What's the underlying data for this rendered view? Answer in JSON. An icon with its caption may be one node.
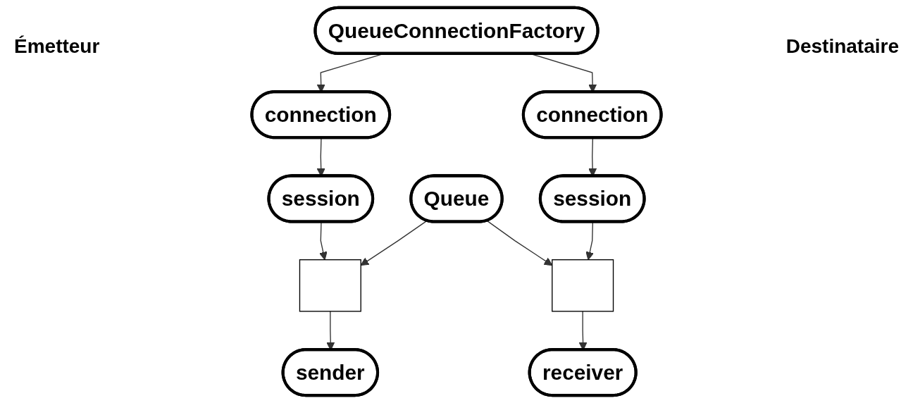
{
  "diagram": {
    "nodes": [
      {
        "text": [
          "QueueConnectionFactory"
        ]
      },
      {
        "text": [
          "connection"
        ]
      },
      {
        "text": [
          "Queue"
        ]
      },
      {
        "text": [
          "connection"
        ]
      },
      {
        "text": [
          "session"
        ]
      },
      {
        "text": [
          "session"
        ]
      },
      {
        "text": [],
        "shape": "box"
      },
      {
        "text": [],
        "shape": "box"
      },
      {
        "text": [
          "sender"
        ]
      },
      {
        "text": [
          "receiver"
        ]
      }
    ],
    "edges": [
      {
        "from": 0,
        "to": 1,
        "arrow": "to"
      },
      {
        "from": 0,
        "to": 3,
        "arrow": "to"
      },
      {
        "from": 1,
        "to": 4,
        "arrow": "to"
      },
      {
        "from": 3,
        "to": 5,
        "arrow": "to"
      },
      {
        "from": 4,
        "to": 6,
        "arrow": "to"
      },
      {
        "from": 2,
        "to": 6,
        "arrow": "to"
      },
      {
        "from": 6,
        "to": 8,
        "arrow": "to"
      },
      {
        "from": 2,
        "to": 7,
        "arrow": "to"
      },
      {
        "from": 5,
        "to": 7,
        "arrow": "to"
      },
      {
        "from": 7,
        "to": 9,
        "arrow": "to"
      }
    ],
    "labels": [
      "Émetteur",
      "Destinataire"
    ]
  }
}
